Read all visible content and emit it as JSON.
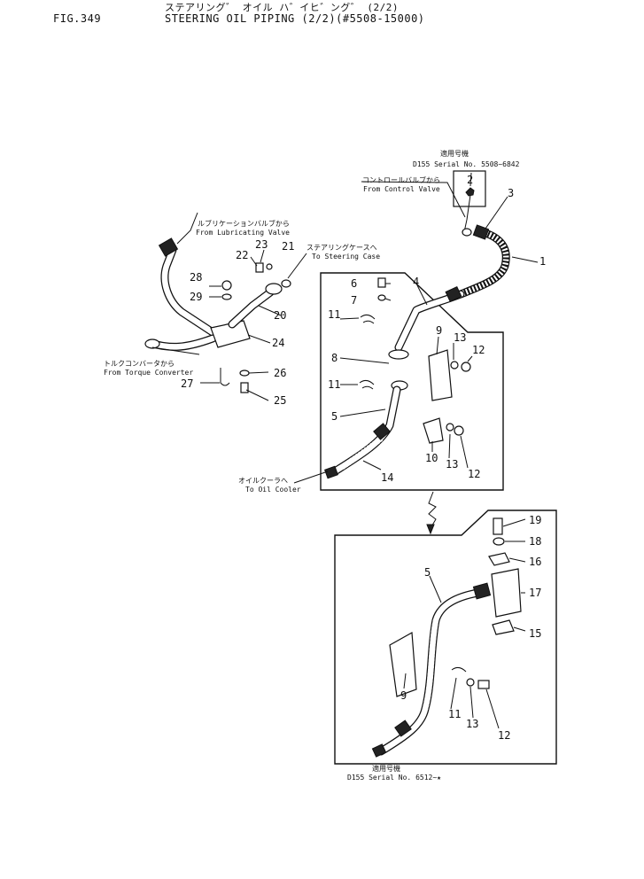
{
  "header": {
    "figure_no": "FIG.349",
    "title_jp": "ステアリング゛ オイル ハ゛イヒ゛ング゛ (2/2)",
    "title_en": "STEERING OIL PIPING (2/2)(#5508-15000)"
  },
  "notes": {
    "serial_top_jp": "適用号機",
    "serial_top": "D155 Serial No. 5508~6842",
    "serial_bottom_jp": "適用号機",
    "serial_bottom": "D155 Serial No. 6512~★"
  },
  "callouts": {
    "from_control_valve_jp": "コントロールバルブから",
    "from_control_valve": "From Control Valve",
    "from_lubricating_valve_jp": "ルブリケーションバルブから",
    "from_lubricating_valve": "From Lubricating Valve",
    "to_steering_case_jp": "ステアリングケースへ",
    "to_steering_case": "To Steering Case",
    "from_torque_converter_jp": "トルクコンバータから",
    "from_torque_converter": "From Torque Converter",
    "to_oil_cooler_jp": "オイルクーラへ",
    "to_oil_cooler": "To Oil Cooler"
  },
  "part_numbers": {
    "p1": "1",
    "p2": "2",
    "p3": "3",
    "p4": "4",
    "p5a": "5",
    "p5b": "5",
    "p6": "6",
    "p7": "7",
    "p8": "8",
    "p9a": "9",
    "p9b": "9",
    "p10": "10",
    "p11a": "11",
    "p11b": "11",
    "p11c": "11",
    "p12a": "12",
    "p12b": "12",
    "p12c": "12",
    "p13a": "13",
    "p13b": "13",
    "p13c": "13",
    "p14": "14",
    "p15": "15",
    "p16": "16",
    "p17": "17",
    "p18": "18",
    "p19": "19",
    "p20": "20",
    "p21": "21",
    "p22": "22",
    "p23": "23",
    "p24": "24",
    "p25": "25",
    "p26": "26",
    "p27": "27",
    "p28": "28",
    "p29": "29"
  }
}
